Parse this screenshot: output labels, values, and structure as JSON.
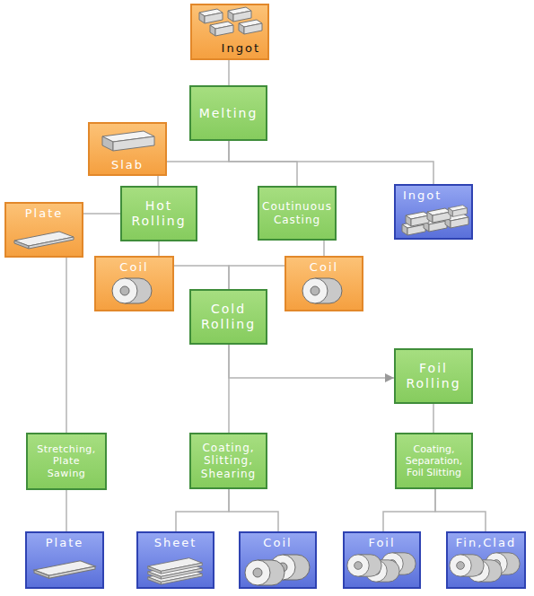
{
  "diagram": {
    "nodes": [
      {
        "text": [
          "Ingot"
        ]
      },
      {
        "text": [
          "Melting"
        ]
      },
      {
        "text": [
          "Slab"
        ]
      },
      {
        "text": [
          "Plate"
        ]
      },
      {
        "text": [
          "Hot Rolling"
        ]
      },
      {
        "text": [
          "Coutinuous Casting"
        ]
      },
      {
        "text": [
          "Ingot"
        ]
      },
      {
        "text": [
          "Coil"
        ]
      },
      {
        "text": [
          "Coil"
        ]
      },
      {
        "text": [
          "Cold Rolling"
        ]
      },
      {
        "text": [
          "Foil Rolling"
        ]
      },
      {
        "text": [
          "Stretching, Plate Sawing"
        ]
      },
      {
        "text": [
          "Coating, Slitting, Shearing"
        ]
      },
      {
        "text": [
          "Coating, Separation, Foil Slitting"
        ]
      },
      {
        "text": [
          "Plate"
        ]
      },
      {
        "text": [
          "Sheet"
        ]
      },
      {
        "text": [
          "Coil"
        ]
      },
      {
        "text": [
          "Foil"
        ]
      },
      {
        "text": [
          "Fin,Clad"
        ]
      }
    ],
    "edges": [
      {
        "from": 0,
        "to": 1,
        "arrow": "none"
      },
      {
        "from": 1,
        "to": 2,
        "arrow": "none"
      },
      {
        "from": 1,
        "to": 5,
        "arrow": "none"
      },
      {
        "from": 1,
        "to": 6,
        "arrow": "none"
      },
      {
        "from": 2,
        "to": 4,
        "arrow": "none"
      },
      {
        "from": 4,
        "to": 3,
        "arrow": "none"
      },
      {
        "from": 4,
        "to": 7,
        "arrow": "none"
      },
      {
        "from": 5,
        "to": 8,
        "arrow": "none"
      },
      {
        "from": 7,
        "to": 9,
        "arrow": "none"
      },
      {
        "from": 8,
        "to": 9,
        "arrow": "none"
      },
      {
        "from": 3,
        "to": 11,
        "arrow": "none"
      },
      {
        "from": 9,
        "to": 12,
        "arrow": "none"
      },
      {
        "from": 9,
        "to": 10,
        "arrow": "to"
      },
      {
        "from": 10,
        "to": 13,
        "arrow": "none"
      },
      {
        "from": 11,
        "to": 14,
        "arrow": "none"
      },
      {
        "from": 12,
        "to": 15,
        "arrow": "none"
      },
      {
        "from": 12,
        "to": 16,
        "arrow": "none"
      },
      {
        "from": 13,
        "to": 17,
        "arrow": "none"
      },
      {
        "from": 13,
        "to": 18,
        "arrow": "none"
      }
    ]
  }
}
